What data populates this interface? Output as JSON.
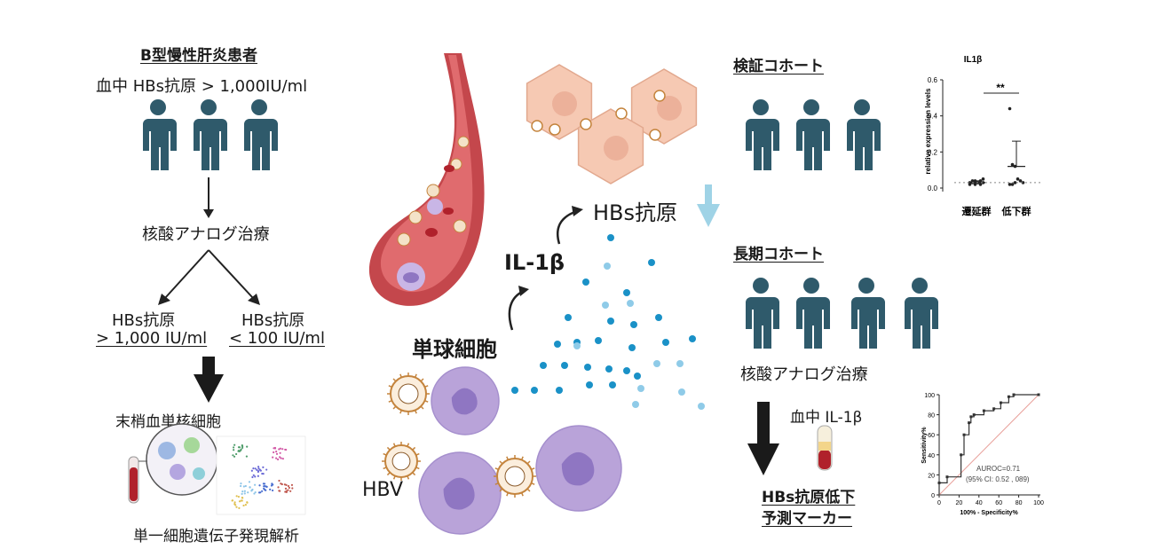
{
  "colors": {
    "person": "#2f5a6b",
    "vessel": "#c4474c",
    "vessel_inner": "#e06b6e",
    "hepatocyte": "#f6c9b3",
    "monocyte": "#b9a3d9",
    "monocyte_nucleus": "#8f76c2",
    "virus": "#c4843d",
    "dot_dark": "#1a91c7",
    "dot_light": "#8fcbe8",
    "arrow_light": "#9fd3e6",
    "roc_line": "#e8a09a"
  },
  "left": {
    "title": "B型慢性肝炎患者",
    "serum_label": "血中 HBs抗原 > 1,000IU/ml",
    "treatment": "核酸アナログ治療",
    "branch_left_line1": "HBs抗原",
    "branch_left_line2": "> 1,000 IU/ml",
    "branch_right_line1": "HBs抗原",
    "branch_right_line2": "< 100 IU/ml",
    "pbmc": "末梢血単核細胞",
    "scrna": "単一細胞遺伝子発現解析"
  },
  "center": {
    "hbs_antigen": "HBs抗原",
    "il1b": "IL-1β",
    "monocyte_label": "単球細胞",
    "hbv_label": "HBV"
  },
  "right": {
    "validation_title": "検証コホート",
    "longterm_title": "長期コホート",
    "treatment": "核酸アナログ治療",
    "serum_il1b": "血中 IL-1β",
    "marker_line1": "HBs抗原低下",
    "marker_line2": "予測マーカー"
  },
  "chart_data": [
    {
      "type": "scatter",
      "title": "IL1β",
      "ylabel": "relative expression levels",
      "ylim": [
        0,
        0.6
      ],
      "yticks": [
        "0.0",
        "0.2",
        "0.4",
        "0.6"
      ],
      "categories": [
        "遷延群",
        "低下群"
      ],
      "series": [
        {
          "values": [
            0.02,
            0.03,
            0.04,
            0.03,
            0.02,
            0.05,
            0.03,
            0.04,
            0.02,
            0.03,
            0.04,
            0.03
          ]
        },
        {
          "values": [
            0.44,
            0.13,
            0.12,
            0.05,
            0.04,
            0.03,
            0.02,
            0.02,
            0.03
          ]
        }
      ],
      "mean": [
        0.03,
        0.12
      ],
      "error_high": [
        0.04,
        0.26
      ],
      "significance": "**"
    },
    {
      "type": "line",
      "xlabel": "100% - Specificity%",
      "ylabel": "Sensitivity%",
      "xlim": [
        0,
        100
      ],
      "ylim": [
        0,
        100
      ],
      "xticks": [
        "0",
        "20",
        "40",
        "60",
        "80",
        "100"
      ],
      "yticks": [
        "0",
        "20",
        "40",
        "60",
        "80",
        "100"
      ],
      "x": [
        0,
        0,
        8,
        8,
        22,
        22,
        25,
        25,
        30,
        30,
        32,
        32,
        35,
        35,
        45,
        45,
        55,
        55,
        62,
        62,
        70,
        70,
        75,
        75,
        100
      ],
      "y": [
        0,
        12,
        12,
        18,
        18,
        40,
        40,
        60,
        60,
        72,
        72,
        78,
        78,
        80,
        80,
        84,
        84,
        86,
        86,
        92,
        92,
        98,
        98,
        100,
        100
      ],
      "annotation_line1": "AUROC=0.71",
      "annotation_line2": "(95% CI: 0.52 , 089)"
    }
  ]
}
